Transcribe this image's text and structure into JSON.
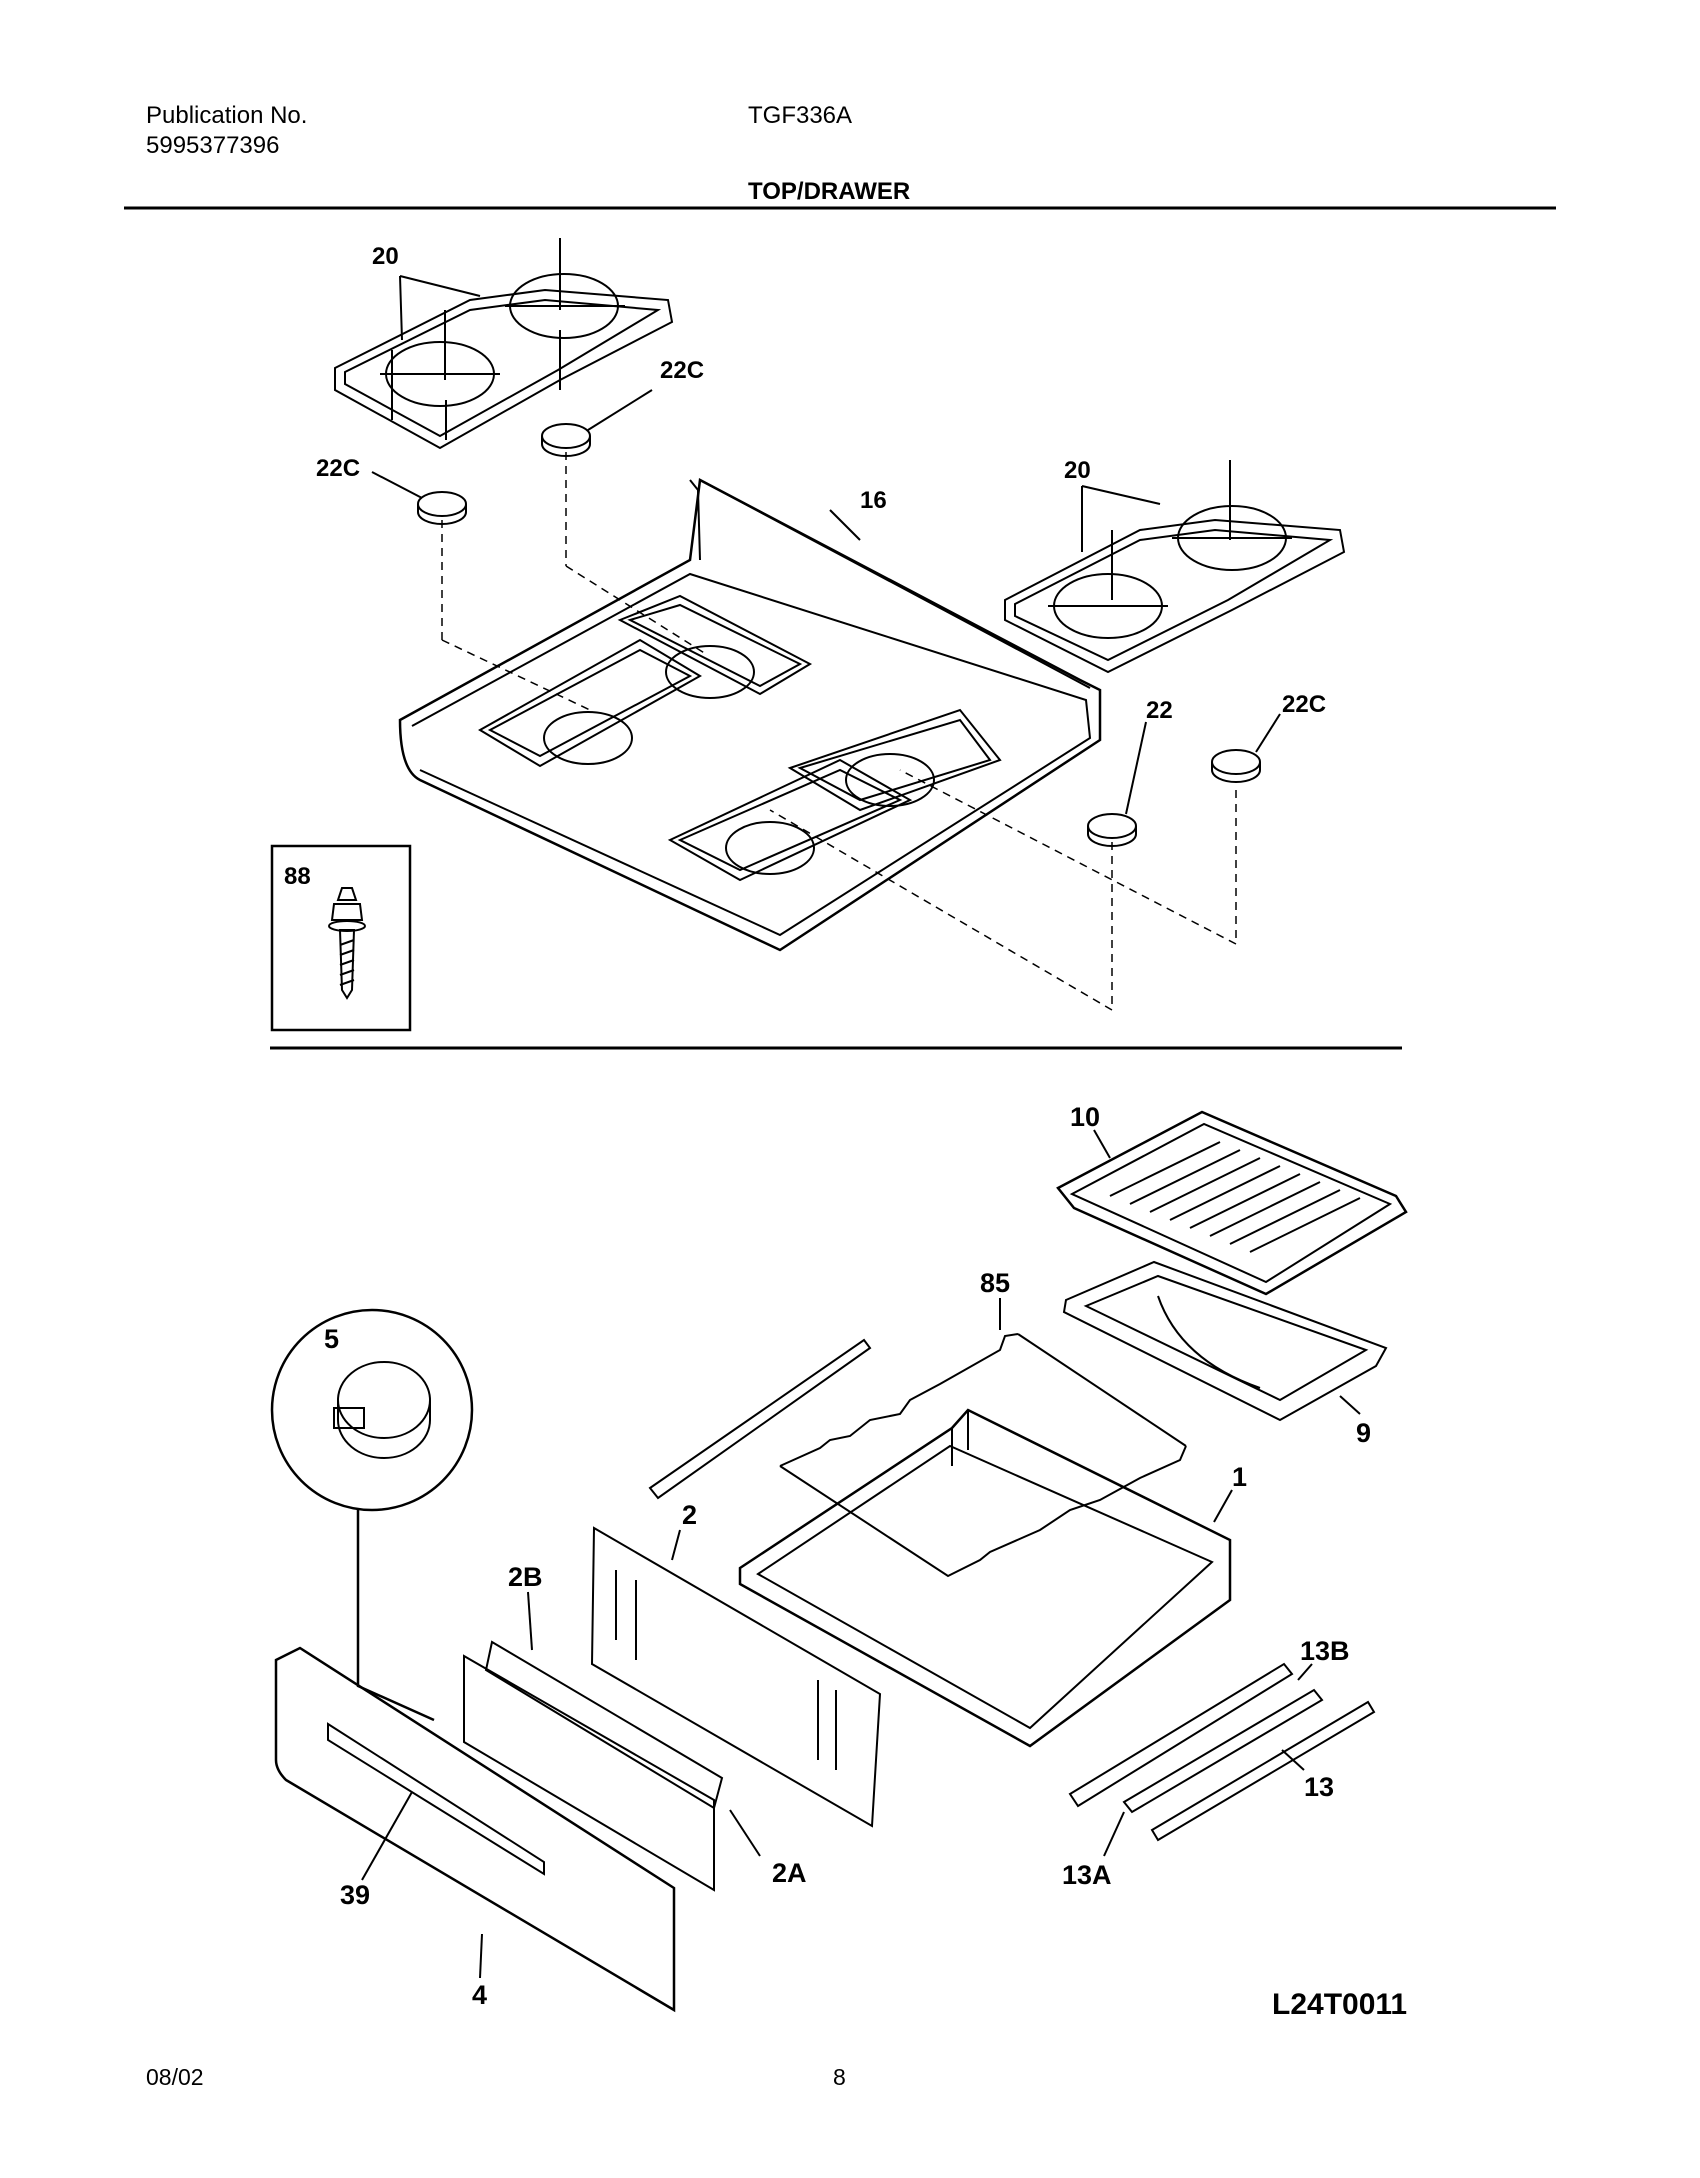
{
  "header": {
    "publication_label": "Publication No.",
    "publication_number": "5995377396",
    "model": "TGF336A",
    "section_title": "TOP/DRAWER"
  },
  "callouts": {
    "grates_left": "20",
    "cap_left_upper": "22C",
    "cap_left_lower": "22C",
    "cooktop": "16",
    "grates_right": "20",
    "cap_right_front": "22",
    "cap_right_rear": "22C",
    "inset_screw": "88",
    "broiler_grid": "10",
    "drawer_frame": "85",
    "knob": "5",
    "broiler_pan": "9",
    "drawer_back": "2",
    "drawer_body": "1",
    "drawer_side": "2B",
    "rail_left": "13B",
    "rail_mid": "13",
    "rail_front": "13A",
    "drawer_front_trim": "39",
    "drawer_front_lip": "2A",
    "drawer_panel": "4"
  },
  "figure_id": "L24T0011",
  "footer": {
    "date": "08/02",
    "page": "8"
  }
}
